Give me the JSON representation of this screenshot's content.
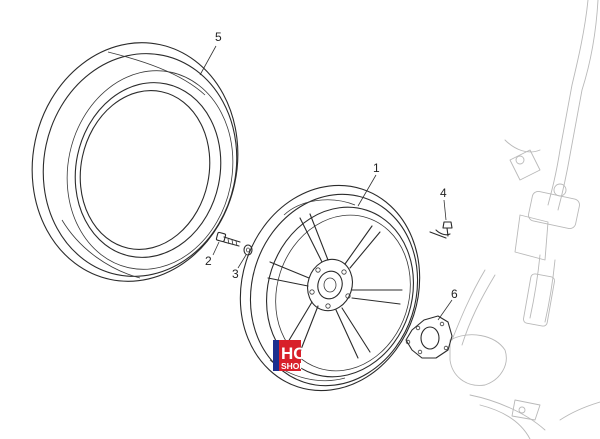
{
  "callouts": {
    "wheel": "1",
    "bolt": "2",
    "washer": "3",
    "valve": "4",
    "tire": "5",
    "disc_adapter": "6"
  },
  "logo": {
    "main": "HC",
    "sub": "SHOP",
    "colors": {
      "red": "#d8202a",
      "blue": "#1c2f8f",
      "white": "#ffffff"
    }
  }
}
